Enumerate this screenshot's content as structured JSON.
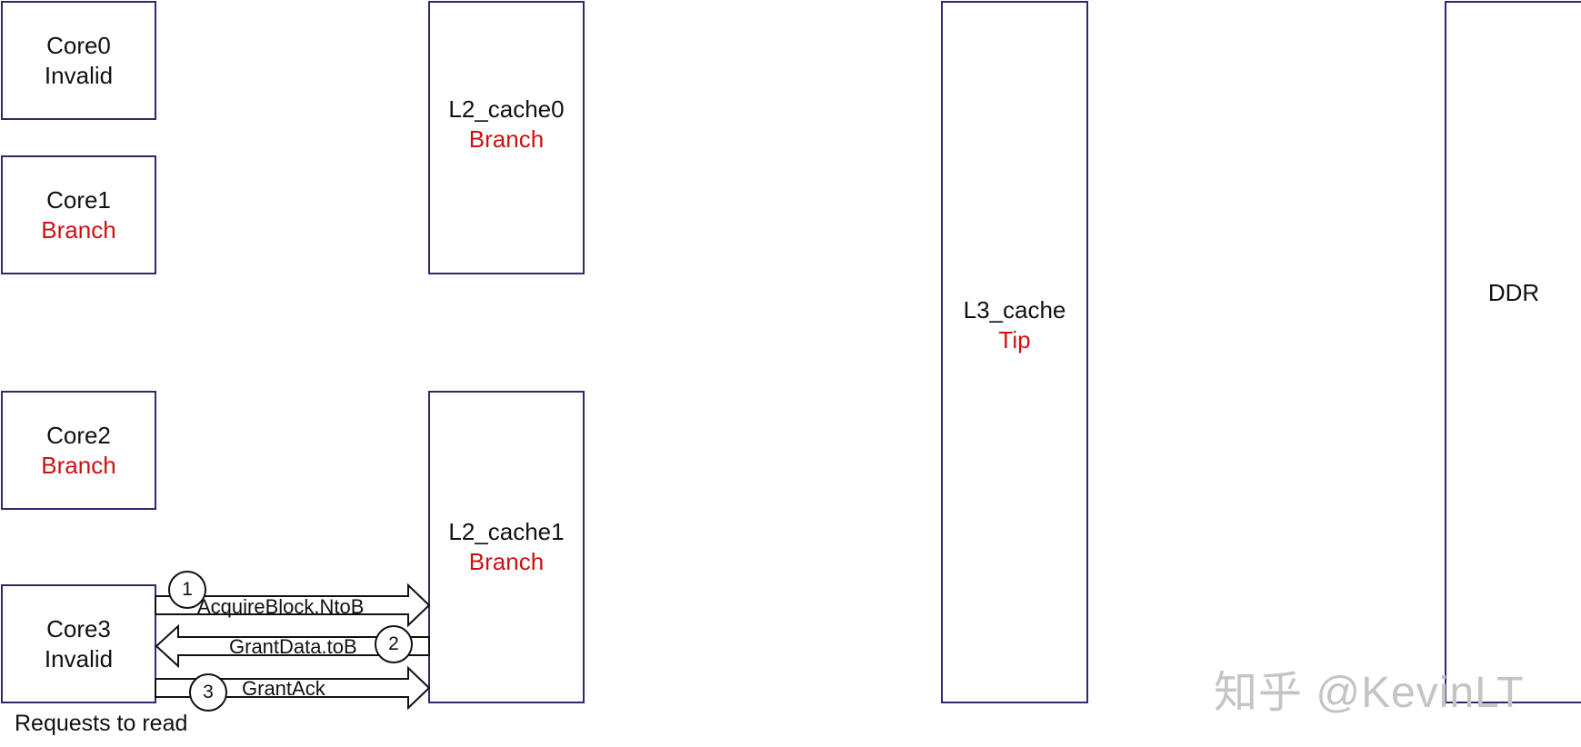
{
  "nodes": {
    "core0": {
      "name": "Core0",
      "state": "Invalid"
    },
    "core1": {
      "name": "Core1",
      "state": "Branch"
    },
    "core2": {
      "name": "Core2",
      "state": "Branch"
    },
    "core3": {
      "name": "Core3",
      "state": "Invalid"
    },
    "l2_cache0": {
      "name": "L2_cache0",
      "state": "Branch"
    },
    "l2_cache1": {
      "name": "L2_cache1",
      "state": "Branch"
    },
    "l3_cache": {
      "name": "L3_cache",
      "state": "Tip"
    },
    "ddr": {
      "name": "DDR"
    }
  },
  "messages": [
    {
      "step": "1",
      "label": "AcquireBlock.NtoB",
      "direction": "Core3 to L2_cache1"
    },
    {
      "step": "2",
      "label": "GrantData.toB",
      "direction": "L2_cache1 to Core3"
    },
    {
      "step": "3",
      "label": "GrantAck",
      "direction": "Core3 to L2_cache1"
    }
  ],
  "caption": "Requests to read",
  "watermark": "知乎 @KevinLT",
  "colors": {
    "box_border": "#2c2a6e",
    "state_highlight": "#cc1111",
    "text": "#111111",
    "watermark": "#c4c4c4"
  }
}
